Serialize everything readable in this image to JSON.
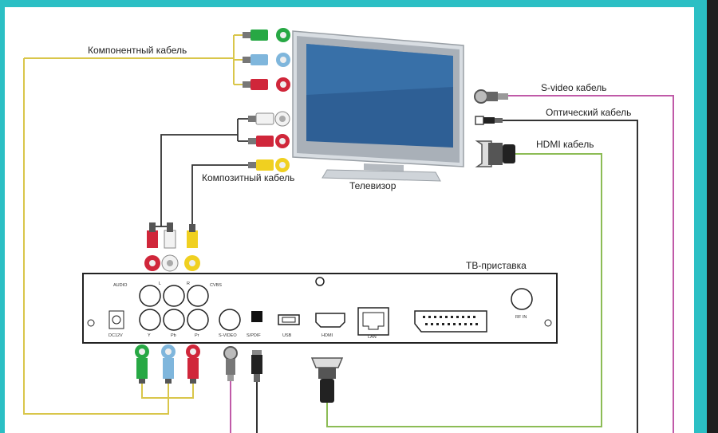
{
  "labels": {
    "component_cable": "Компонентный кабель",
    "composite_cable": "Композитный кабель",
    "tv": "Телевизор",
    "svideo_cable": "S-video кабель",
    "optical_cable": "Оптический кабель",
    "hdmi_cable": "HDMI кабель",
    "set_top_box": "ТВ-приставка"
  },
  "panel": {
    "audio": "AUDIO",
    "l": "L",
    "r": "R",
    "cvbs": "CVBS",
    "dc": "DC12V",
    "y": "Y",
    "pb": "Pb",
    "pr": "Pr",
    "svideo": "S-VIDEO",
    "spdif": "S/PDIF",
    "usb": "USB",
    "hdmi": "HDMI",
    "lan": "LAN",
    "rfin": "RF IN"
  },
  "colors": {
    "component_wire": "#d9c64a",
    "svideo_wire": "#c05aa8",
    "hdmi_wire": "#8cbc55",
    "black_wire": "#333333",
    "green": "#27a844",
    "blue": "#7fb6dc",
    "red": "#d0263a",
    "yellow": "#f0d020",
    "white": "#f2f2f2",
    "teal_border": "#2bbfc4"
  }
}
